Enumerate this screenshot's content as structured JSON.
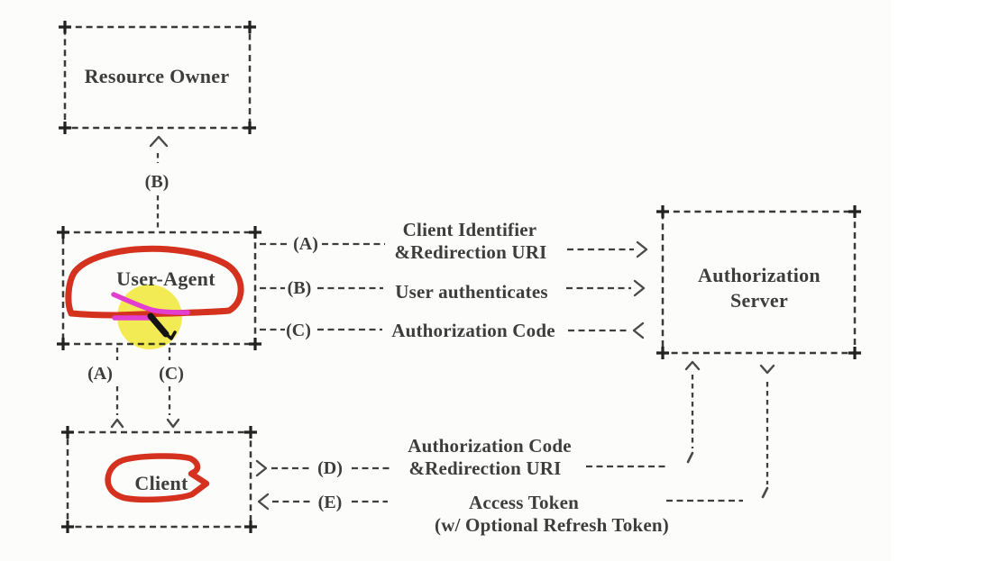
{
  "palette": {
    "ink": "#3d3d3d",
    "dash": "#3f3f3f",
    "background": "#fcfcfa",
    "annotation_red": "#d5311f",
    "annotation_pink": "#e23fd0",
    "annotation_yellow": "#f6ee4b",
    "annotation_black": "#141414"
  },
  "nodes": {
    "resource_owner": {
      "label": "Resource Owner"
    },
    "user_agent": {
      "label": "User-Agent"
    },
    "authorization_server": {
      "line1": "Authorization",
      "line2": "Server"
    },
    "client": {
      "label": "Client"
    }
  },
  "flows": {
    "b_top": {
      "label": "(B)"
    },
    "a": {
      "label": "(A)",
      "line1": "Client Identifier",
      "line2": "&Redirection URI"
    },
    "b": {
      "label": "(B)",
      "text": "User authenticates"
    },
    "c": {
      "label": "(C)",
      "text": "Authorization Code"
    },
    "a_down": {
      "label": "(A)"
    },
    "c_down": {
      "label": "(C)"
    },
    "d": {
      "label": "(D)",
      "line1": "Authorization Code",
      "line2": "&Redirection URI"
    },
    "e": {
      "label": "(E)",
      "line1": "Access Token",
      "line2": "(w/ Optional Refresh Token)"
    }
  }
}
